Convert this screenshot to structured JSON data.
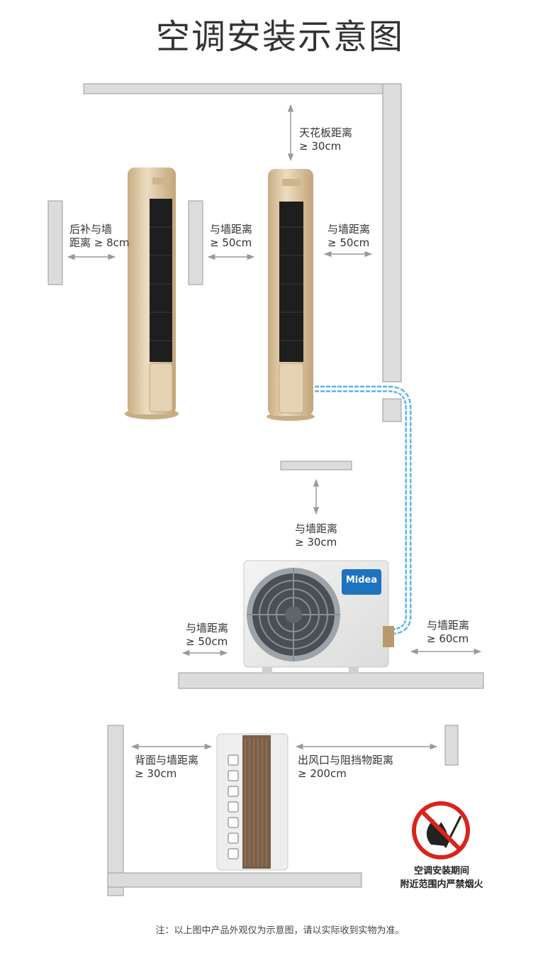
{
  "title": "空调安装示意图",
  "labels": {
    "ceiling": {
      "line1": "天花板距离",
      "line2": "≥ 30cm"
    },
    "rear_wall": {
      "line1": "后补与墙",
      "line2": "距离 ≥ 8cm"
    },
    "side_wall_left": {
      "line1": "与墙距离",
      "line2": "≥ 50cm"
    },
    "side_wall_right": {
      "line1": "与墙距离",
      "line2": "≥ 50cm"
    },
    "outdoor_top": {
      "line1": "与墙距离",
      "line2": "≥ 30cm"
    },
    "outdoor_left": {
      "line1": "与墙距离",
      "line2": "≥ 50cm"
    },
    "outdoor_right": {
      "line1": "与墙距离",
      "line2": "≥ 60cm"
    },
    "back_wall": {
      "line1": "背面与墙距离",
      "line2": "≥ 30cm"
    },
    "outlet": {
      "line1": "出风口与阻挡物距离",
      "line2": "≥ 200cm"
    }
  },
  "brand_badge": "Midea",
  "warning": {
    "line1": "空调安装期间",
    "line2": "附近范围内严禁烟火"
  },
  "note": "注：以上图中产品外观仅为示意图，请以实际收到实物为准。",
  "colors": {
    "wall": "#dcdcdc",
    "wall_edge": "#9a9a9a",
    "unit_gold": "#d8c3a2",
    "pipe": "#58b4ee",
    "arrow": "#9a9a9a",
    "prohibit_red": "#d9241c"
  }
}
